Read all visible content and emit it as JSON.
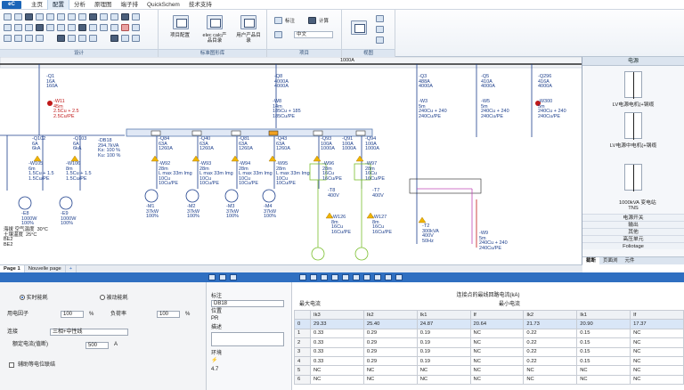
{
  "app": {
    "logo_text": "eC",
    "menu": [
      "主页",
      "配置",
      "分析",
      "原理图",
      "端子排",
      "QuickSchem",
      "技术支持"
    ],
    "active_menu_index": 1
  },
  "ribbon": {
    "group_labels": [
      "设计",
      "标准图形库",
      "项目",
      "视图"
    ],
    "buttons": {
      "item_config": "项目配置",
      "elec_calc_lib": "elec calc产\n品目录",
      "user_lib": "用户产品目\n录",
      "annotate": "标注",
      "calculate": "计算",
      "language": "中文"
    }
  },
  "diagram": {
    "top_labels": [
      {
        "id": "Q8",
        "text": "-Q8\n4000A\n4000A"
      },
      {
        "id": "Q3",
        "text": "-Q3\n488A\n4000A"
      },
      {
        "id": "Q5",
        "text": "-Q5\n410A\n4000A"
      },
      {
        "id": "Q296",
        "text": "-Q296\n416A\n4000A"
      },
      {
        "id": "Q1",
        "text": "-Q1\n16A\n160A"
      },
      {
        "id": "W8",
        "text": "-W8\n14m\n185Cu + 185\n185Cu/PE"
      },
      {
        "id": "W3",
        "text": "-W3\n5m\n240Cu + 240\n240Cu/PE"
      },
      {
        "id": "W5",
        "text": "-W5\n5m\n240Cu + 240\n240Cu/PE"
      },
      {
        "id": "W300",
        "text": "-W300\n5m\n240Cu + 240\n240Cu/PE"
      },
      {
        "id": "W11",
        "text": "-W11\n45m\n2.5Cu + 2.5\n2.5Cu/PE"
      },
      {
        "id": "DB18",
        "text": "-DB18\n294.7kVA\nKs: 100 %\nKu: 100 %"
      },
      {
        "id": "Q102",
        "text": "-Q102\n6A\n6kA"
      },
      {
        "id": "Q103",
        "text": "-Q103\n6A\n6kA"
      },
      {
        "id": "Q84",
        "text": "-Q84\n63A\n1260A"
      },
      {
        "id": "Q40",
        "text": "-Q40\n63A\n1260A"
      },
      {
        "id": "Q81",
        "text": "-Q81\n63A\n1260A"
      },
      {
        "id": "Q43",
        "text": "-Q43\n63A\n1260A"
      },
      {
        "id": "Q93",
        "text": "-Q93\n100A\n1000A"
      },
      {
        "id": "Q91",
        "text": "-Q91\n100A\n1000A"
      },
      {
        "id": "Q94",
        "text": "-Q94\n100A\n1000A"
      },
      {
        "id": "W105",
        "text": "-W105\n6m\n1.5Cu + 1.5\n1.5Cu/PE"
      },
      {
        "id": "W106",
        "text": "-W106\n8m\n1.5Cu + 1.5\n1.5Cu/PE"
      },
      {
        "id": "W92",
        "text": "-W92\n28m\nL max 33m Img\n10Cu\n10Cu/PE"
      },
      {
        "id": "W93",
        "text": "-W93\n28m\nL max 33m Img\n10Cu\n10Cu/PE"
      },
      {
        "id": "W94",
        "text": "-W94\n28m\nL max 33m Img\n10Cu\n10Cu/PE"
      },
      {
        "id": "W95",
        "text": "-W95\n28m\nL max 33m Img\n10Cu\n10Cu/PE"
      },
      {
        "id": "W96",
        "text": "-W96\n28m\n16Cu\n16Cu/PE"
      },
      {
        "id": "W97",
        "text": "-W97\n28m\n16Cu\n16Cu/PE"
      },
      {
        "id": "T8",
        "text": "-T8\n400V"
      },
      {
        "id": "T7",
        "text": "-T7\n400V"
      },
      {
        "id": "W126",
        "text": "-W126\n8m\n16Cu\n16Cu/PE"
      },
      {
        "id": "W127",
        "text": "-W127\n8m\n16Cu\n16Cu/PE"
      },
      {
        "id": "T2",
        "text": "-T2\n300kVA\n400V\n50Hz"
      },
      {
        "id": "W9",
        "text": "-W9\n5m\n240Cu + 240\n240Cu/PE"
      },
      {
        "id": "E8",
        "text": "-E8\n1000W\n100%"
      },
      {
        "id": "E9",
        "text": "-E9\n1000W\n100%"
      },
      {
        "id": "M1",
        "text": "-M1\n37kW\n100%"
      },
      {
        "id": "M2",
        "text": "-M2\n37kW\n100%"
      },
      {
        "id": "M3",
        "text": "-M3\n37kW\n100%"
      },
      {
        "id": "M4",
        "text": "-M4\n37kW\n100%"
      },
      {
        "id": "env",
        "text": "海拔 空气温度  30°C\n土壤温度  25°C\nBE2\nBE2"
      },
      {
        "id": "Tx",
        "text": "1000A"
      }
    ]
  },
  "palette": {
    "header": "电源",
    "items": [
      "LV电源电机(+钢缆",
      "LV电源中电机(+钢缆",
      "1000kVA 变电站\nTNS"
    ],
    "rows": [
      "电源开关",
      "输出",
      "其他",
      "高压单元",
      "Foliotage"
    ],
    "tabs": [
      "截断",
      "页面浏",
      "元件"
    ]
  },
  "page_tabs": [
    "Page 1",
    "Nouvelle page",
    "+"
  ],
  "props": {
    "radio_real": "实时能耗",
    "radio_rated": "被动能耗",
    "factor_label": "用电因子",
    "factor_value": "100",
    "factor_unit": "%",
    "load_label": "负荷率",
    "load_value": "100",
    "load_unit": "%",
    "connect_label": "连接",
    "connect_value": "三相+中性线",
    "rated_label": "额定电流(值断)",
    "rated_value": "500",
    "rated_unit": "A",
    "check_label": "辅助等电位联结"
  },
  "info": {
    "tag_label": "标注",
    "tag_value": "DB18",
    "pos_label": "位置",
    "pos_value": "PR",
    "desc_label": "描述",
    "env_label": "环境",
    "env_value": "4.7"
  },
  "short_circuit": {
    "title": "连接点的最线回路电流(kA)",
    "max_label": "最大电流",
    "min_label": "最小电流",
    "headers": [
      "Ik3",
      "Ik2",
      "Ik1",
      "If",
      "Ik2",
      "Ik1",
      "If"
    ],
    "rows": [
      [
        "0",
        "29.33",
        "25.40",
        "24.87",
        "20.64",
        "21.73",
        "20.90",
        "17.37"
      ],
      [
        "1",
        "0.33",
        "0.29",
        "0.19",
        "NC",
        "0.22",
        "0.15",
        "NC"
      ],
      [
        "2",
        "0.33",
        "0.29",
        "0.19",
        "NC",
        "0.22",
        "0.15",
        "NC"
      ],
      [
        "3",
        "0.33",
        "0.29",
        "0.19",
        "NC",
        "0.22",
        "0.15",
        "NC"
      ],
      [
        "4",
        "0.33",
        "0.29",
        "0.19",
        "NC",
        "0.22",
        "0.15",
        "NC"
      ],
      [
        "5",
        "NC",
        "NC",
        "NC",
        "NC",
        "NC",
        "NC",
        "NC"
      ],
      [
        "6",
        "NC",
        "NC",
        "NC",
        "NC",
        "NC",
        "NC",
        "NC"
      ]
    ]
  },
  "colors": {
    "accent": "#2f6fc1",
    "diagram_line": "#1d3f8c",
    "fault": "#c01818",
    "transformer": "#7bbf2e",
    "warning": "#f0b400"
  }
}
